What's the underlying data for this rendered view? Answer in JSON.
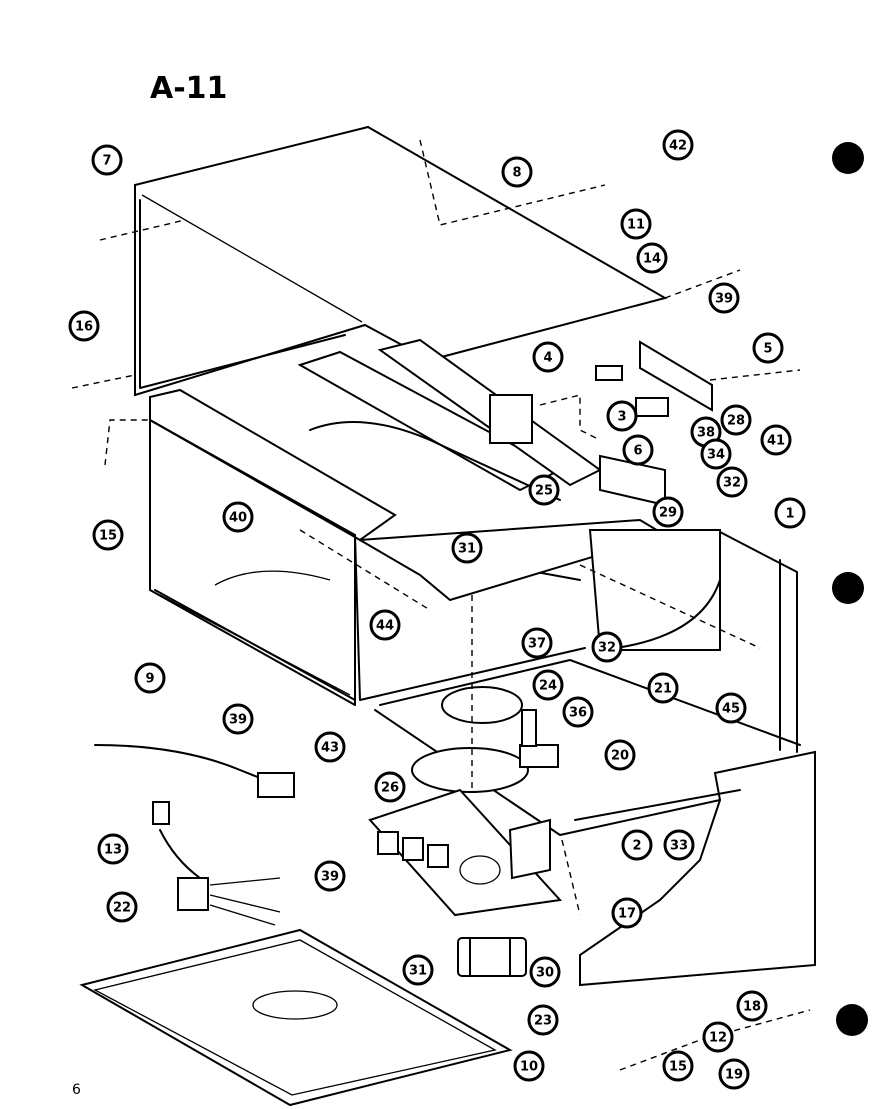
{
  "title": "A-11",
  "page_number": "6",
  "callouts": [
    "7",
    "8",
    "42",
    "11",
    "14",
    "16",
    "39",
    "5",
    "4",
    "3",
    "28",
    "38",
    "6",
    "34",
    "41",
    "32",
    "1",
    "15",
    "40",
    "25",
    "29",
    "31",
    "44",
    "32",
    "37",
    "24",
    "21",
    "45",
    "9",
    "39",
    "36",
    "20",
    "43",
    "26",
    "2",
    "33",
    "13",
    "39",
    "17",
    "22",
    "31",
    "30",
    "23",
    "12",
    "18",
    "10",
    "15",
    "19"
  ]
}
